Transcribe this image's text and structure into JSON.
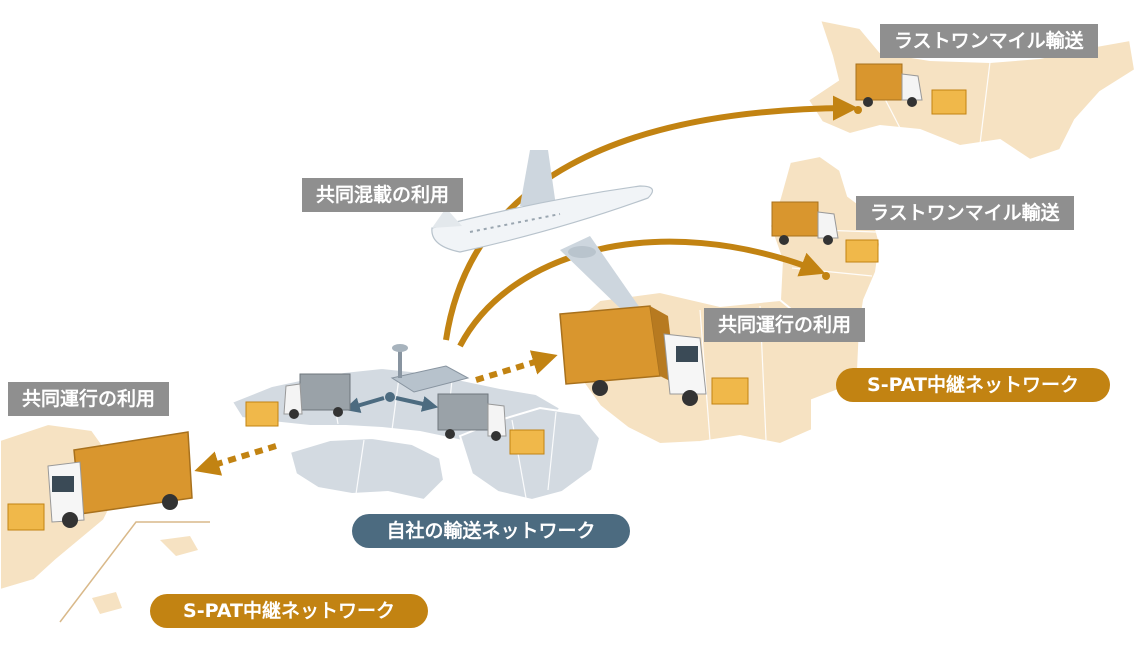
{
  "labels": {
    "last_mile_north": "ラストワンマイル輸送",
    "last_mile_tohoku": "ラストワンマイル輸送",
    "joint_consolidation": "共同混載の利用",
    "joint_operation_east": "共同運行の利用",
    "joint_operation_west": "共同運行の利用",
    "spat_relay_east": "S-PAT中継ネットワーク",
    "spat_relay_west": "S-PAT中継ネットワーク",
    "own_network": "自社の輸送ネットワーク"
  },
  "colors": {
    "accent_gold": "#c28312",
    "label_gray": "#8f8f8f",
    "network_slate": "#4c6b80",
    "map_beige": "#f6e2c2",
    "map_gray": "#d3dae1",
    "truck_cargo": "#d9962e"
  }
}
